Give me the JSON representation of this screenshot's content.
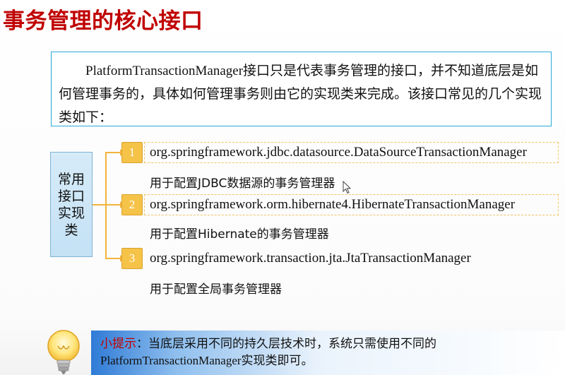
{
  "title": "事务管理的核心接口",
  "intro": "PlatformTransactionManager接口只是代表事务管理的接口，并不知道底层是如何管理事务的，具体如何管理事务则由它的实现类来完成。该接口常见的几个实现类如下：",
  "category_label": "常用接口实现类",
  "implementations": [
    {
      "number": "1",
      "class_name": "org.springframework.jdbc.datasource.DataSourceTransactionManager",
      "description": "用于配置JDBC数据源的事务管理器"
    },
    {
      "number": "2",
      "class_name": "org.springframework.orm.hibernate4.HibernateTransactionManager",
      "description": "用于配置Hibernate的事务管理器"
    },
    {
      "number": "3",
      "class_name": "org.springframework.transaction.jta.JtaTransactionManager",
      "description": "用于配置全局事务管理器"
    }
  ],
  "tip": {
    "label": "小提示",
    "colon": "：",
    "line1": "当底层采用不同的持久层技术时，系统只需使用不同的",
    "line2": "PlatformTransactionManager实现类即可。"
  }
}
